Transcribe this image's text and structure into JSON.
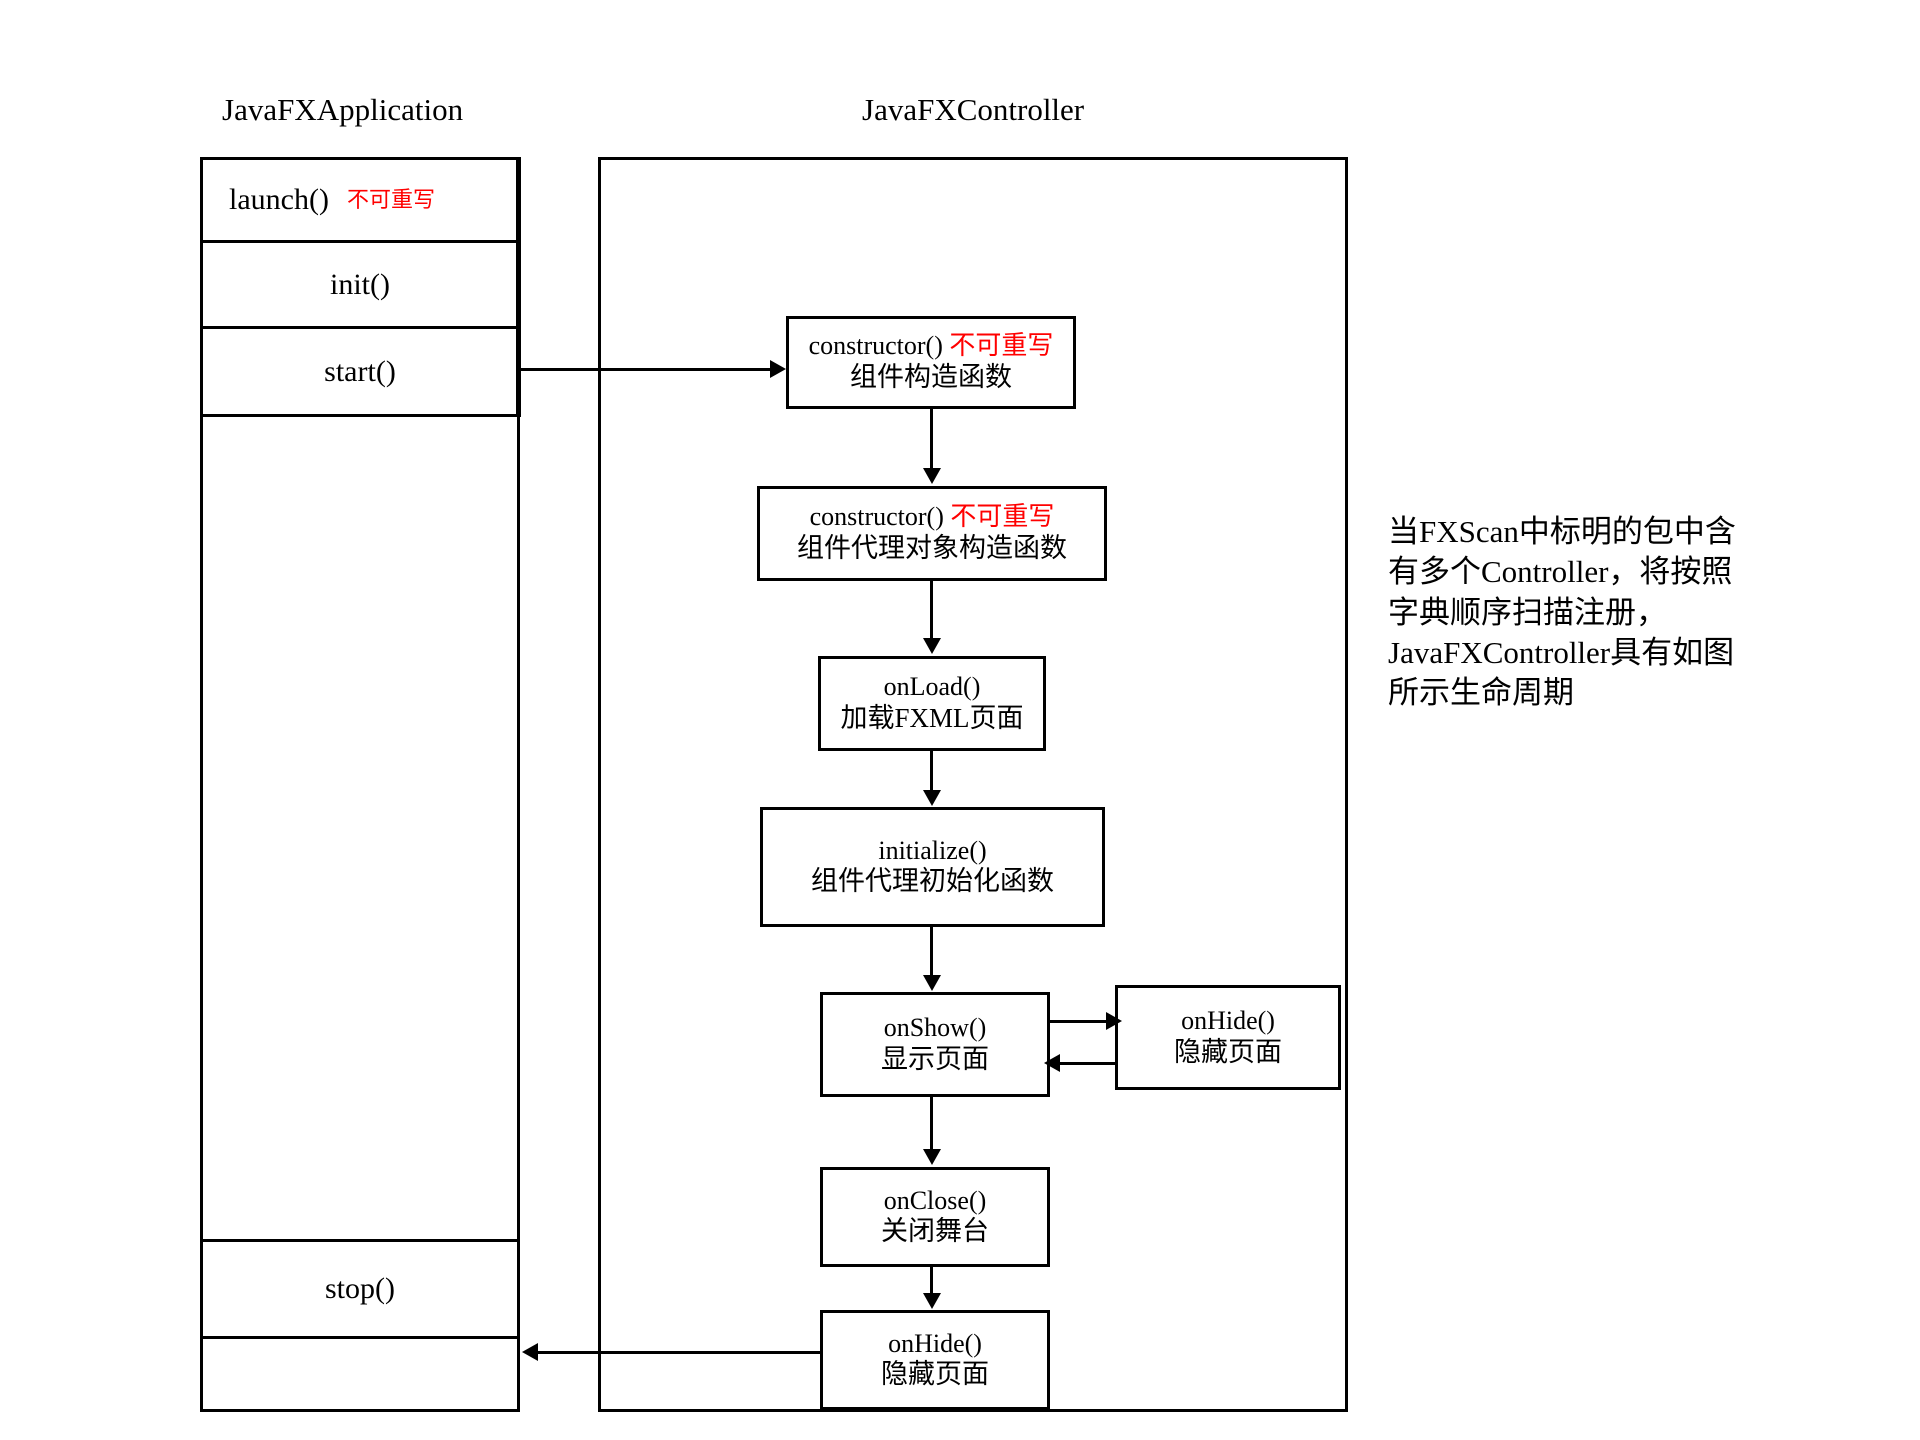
{
  "headings": {
    "application": "JavaFXApplication",
    "controller": "JavaFXController"
  },
  "application_column": {
    "rows": [
      {
        "label": "launch()",
        "note": "不可重写",
        "note_color": "#ff0000"
      },
      {
        "label": "init()",
        "note": ""
      },
      {
        "label": "start()",
        "note": ""
      },
      {
        "label": "",
        "note": ""
      },
      {
        "label": "stop()",
        "note": ""
      },
      {
        "label": "",
        "note": ""
      }
    ]
  },
  "controller_flow": {
    "nodes": [
      {
        "id": "constructor1",
        "line1": "constructor()",
        "badge": "不可重写",
        "line2": "组件构造函数"
      },
      {
        "id": "constructor2",
        "line1": "constructor()",
        "badge": "不可重写",
        "line2": "组件代理对象构造函数"
      },
      {
        "id": "onload",
        "line1": "onLoad()",
        "badge": "",
        "line2": "加载FXML页面"
      },
      {
        "id": "initialize",
        "line1": "initialize()",
        "badge": "",
        "line2": "组件代理初始化函数"
      },
      {
        "id": "onshow",
        "line1": "onShow()",
        "badge": "",
        "line2": "显示页面"
      },
      {
        "id": "onhide_side",
        "line1": "onHide()",
        "badge": "",
        "line2": "隐藏页面"
      },
      {
        "id": "onclose",
        "line1": "onClose()",
        "badge": "",
        "line2": "关闭舞台"
      },
      {
        "id": "onhide_bottom",
        "line1": "onHide()",
        "badge": "",
        "line2": "隐藏页面"
      }
    ]
  },
  "annotation": {
    "lines": [
      "当FXScan中标明的包中含",
      "有多个Controller，将按照",
      "字典顺序扫描注册，",
      "JavaFXController具有如图",
      "所示生命周期"
    ]
  },
  "colors": {
    "stroke": "#000000",
    "accent_red": "#ff0000",
    "background": "#ffffff"
  }
}
